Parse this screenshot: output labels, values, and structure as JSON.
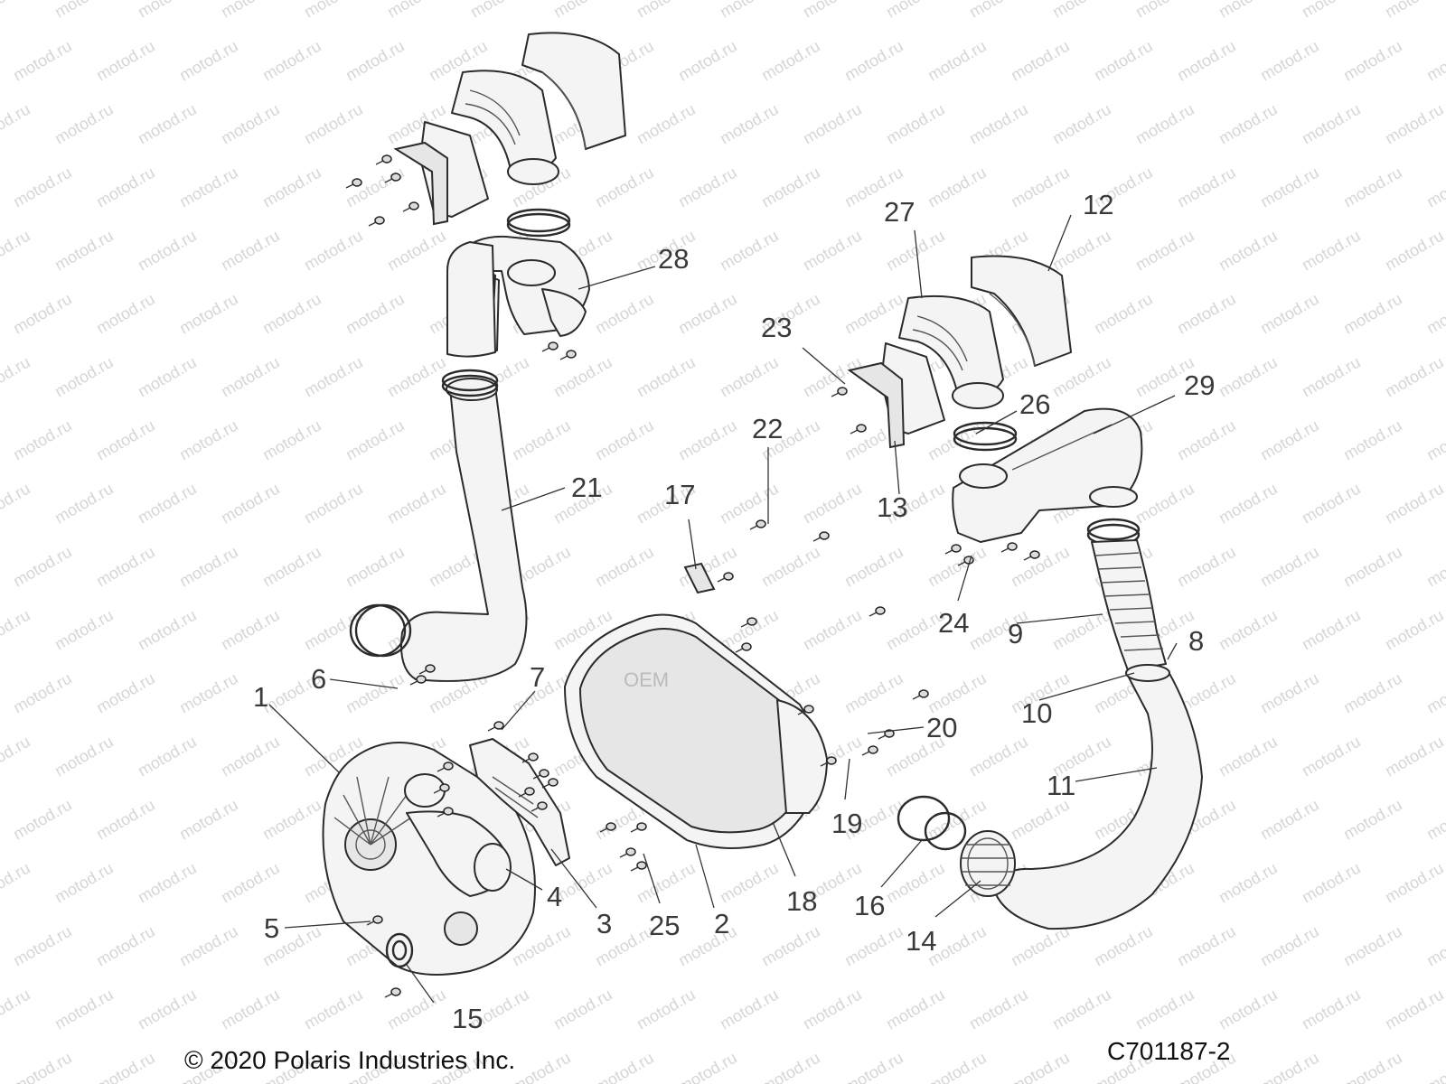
{
  "watermark": "motod.ru",
  "copyright": "© 2020 Polaris Industries Inc.",
  "diagram_id": "C701187-2",
  "callouts": [
    "1",
    "2",
    "3",
    "4",
    "5",
    "6",
    "7",
    "8",
    "9",
    "10",
    "11",
    "12",
    "13",
    "14",
    "15",
    "16",
    "17",
    "18",
    "19",
    "20",
    "21",
    "22",
    "23",
    "24",
    "25",
    "26",
    "27",
    "28",
    "29"
  ]
}
